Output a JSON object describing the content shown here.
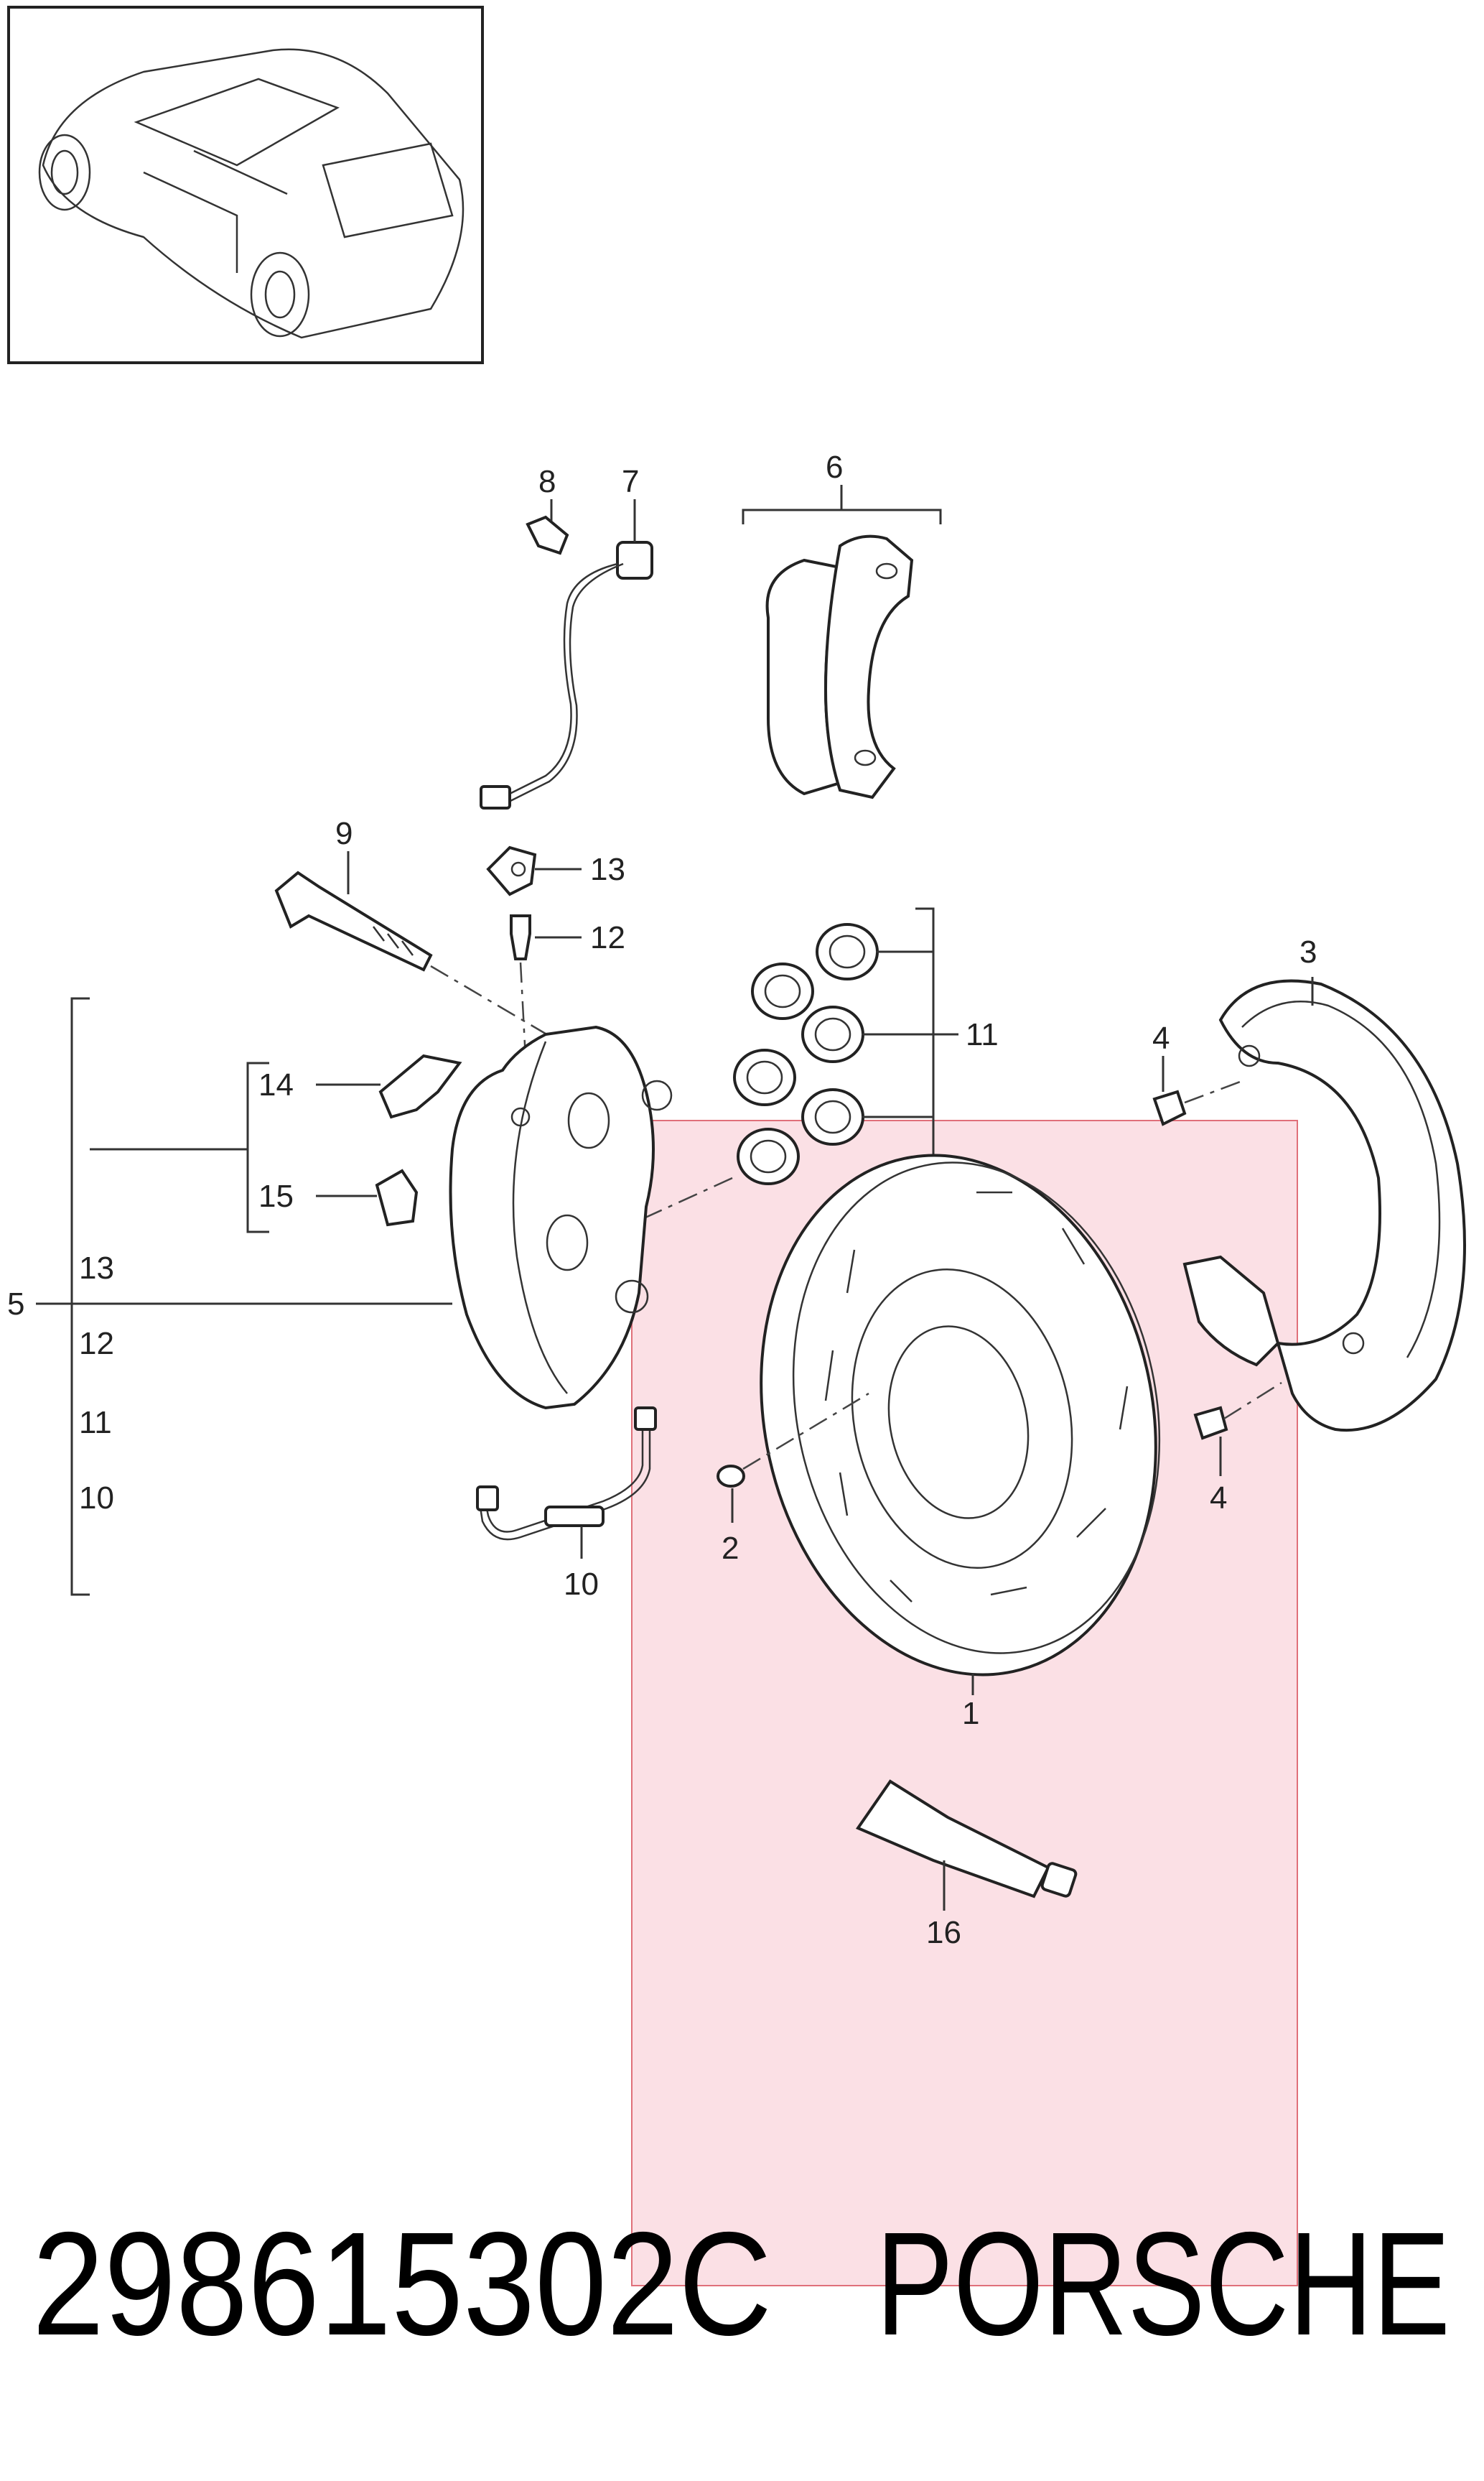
{
  "callouts": {
    "c1": "1",
    "c2": "2",
    "c3": "3",
    "c4a": "4",
    "c4b": "4",
    "c5": "5",
    "c6": "6",
    "c7": "7",
    "c8": "8",
    "c9": "9",
    "c10a": "10",
    "c10b": "10",
    "c11a": "11",
    "c11b": "11",
    "c12a": "12",
    "c12b": "12",
    "c13a": "13",
    "c13b": "13",
    "c14": "14",
    "c15": "15",
    "c16": "16"
  },
  "footer": {
    "part_number": "298615302C",
    "brand": "PORSCHE"
  },
  "highlight": {
    "color": "#f9d5dc",
    "stroke": "#e0707a"
  }
}
